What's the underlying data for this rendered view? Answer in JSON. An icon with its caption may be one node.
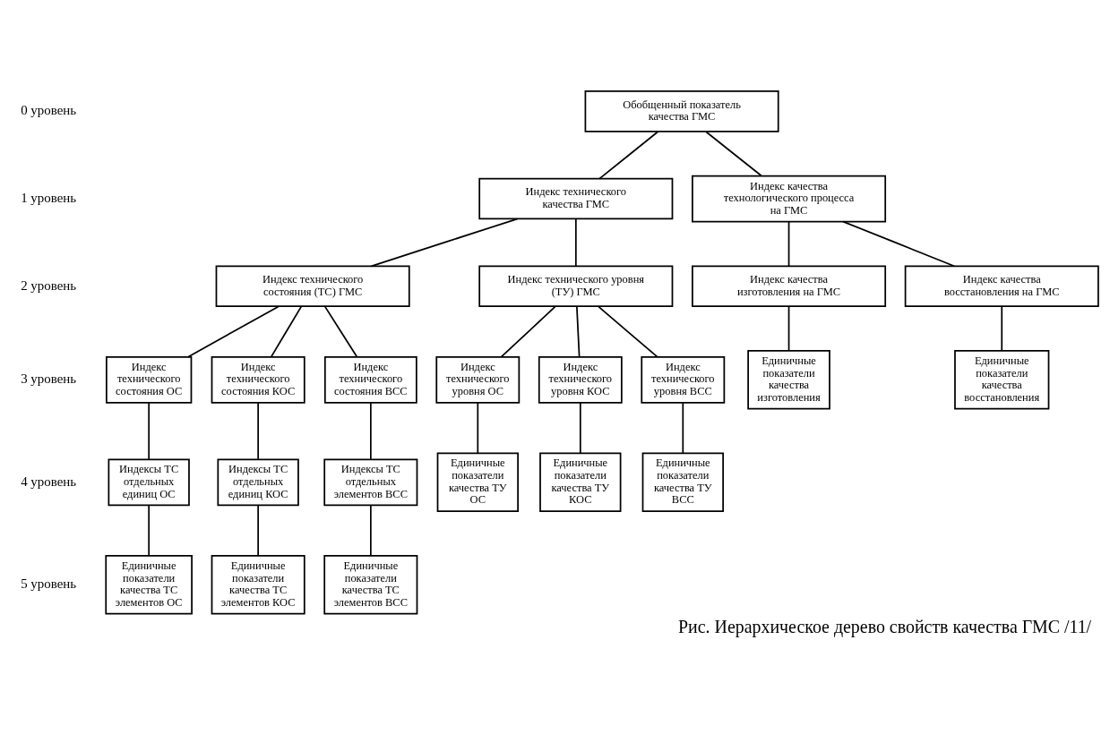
{
  "diagram": {
    "caption": "Рис. Иерархическое дерево свойств качества ГМС /11/",
    "nodes": [
      {
        "text": [
          "Обобщенный показатель качества ГМС"
        ]
      },
      {
        "text": [
          "Индекс технического качества ГМС"
        ]
      },
      {
        "text": [
          "Индекс качества технологического процесса на ГМС"
        ]
      },
      {
        "text": [
          "Индекс технического состояния (ТС) ГМС"
        ]
      },
      {
        "text": [
          "Индекс технического уровня (ТУ) ГМС"
        ]
      },
      {
        "text": [
          "Индекс качества изготовления на ГМС"
        ]
      },
      {
        "text": [
          "Индекс качества восстановления на ГМС"
        ]
      },
      {
        "text": [
          "Индекс технического состояния ОС"
        ]
      },
      {
        "text": [
          "Индекс технического состояния КОС"
        ]
      },
      {
        "text": [
          "Индекс технического состояния ВСС"
        ]
      },
      {
        "text": [
          "Индекс технического уровня ОС"
        ]
      },
      {
        "text": [
          "Индекс технического уровня КОС"
        ]
      },
      {
        "text": [
          "Индекс технического уровня ВСС"
        ]
      },
      {
        "text": [
          "Единичные показатели качества изготовления"
        ]
      },
      {
        "text": [
          "Единичные показатели качества восстановления"
        ]
      },
      {
        "text": [
          "Индексы ТС отдельных единиц ОС"
        ]
      },
      {
        "text": [
          "Индексы ТС отдельных единиц КОС"
        ]
      },
      {
        "text": [
          "Индексы ТС отдельных элементов ВСС"
        ]
      },
      {
        "text": [
          "Единичные показатели качества ТУ ОС"
        ]
      },
      {
        "text": [
          "Единичные показатели качества ТУ КОС"
        ]
      },
      {
        "text": [
          "Единичные показатели качества ТУ ВСС"
        ]
      },
      {
        "text": [
          "Единичные показатели качества ТС элементов ОС"
        ]
      },
      {
        "text": [
          "Единичные показатели качества ТС элементов КОС"
        ]
      },
      {
        "text": [
          "Единичные показатели качества ТС элементов ВСС"
        ]
      }
    ],
    "edges": [
      {
        "from": 0,
        "to": 1,
        "arrow": "none"
      },
      {
        "from": 0,
        "to": 2,
        "arrow": "none"
      },
      {
        "from": 1,
        "to": 3,
        "arrow": "none"
      },
      {
        "from": 1,
        "to": 4,
        "arrow": "none"
      },
      {
        "from": 2,
        "to": 5,
        "arrow": "none"
      },
      {
        "from": 2,
        "to": 6,
        "arrow": "none"
      },
      {
        "from": 3,
        "to": 7,
        "arrow": "none"
      },
      {
        "from": 3,
        "to": 8,
        "arrow": "none"
      },
      {
        "from": 3,
        "to": 9,
        "arrow": "none"
      },
      {
        "from": 4,
        "to": 10,
        "arrow": "none"
      },
      {
        "from": 4,
        "to": 11,
        "arrow": "none"
      },
      {
        "from": 4,
        "to": 12,
        "arrow": "none"
      },
      {
        "from": 5,
        "to": 13,
        "arrow": "none"
      },
      {
        "from": 6,
        "to": 14,
        "arrow": "none"
      },
      {
        "from": 7,
        "to": 15,
        "arrow": "none"
      },
      {
        "from": 8,
        "to": 16,
        "arrow": "none"
      },
      {
        "from": 9,
        "to": 17,
        "arrow": "none"
      },
      {
        "from": 10,
        "to": 18,
        "arrow": "none"
      },
      {
        "from": 11,
        "to": 19,
        "arrow": "none"
      },
      {
        "from": 12,
        "to": 20,
        "arrow": "none"
      },
      {
        "from": 15,
        "to": 21,
        "arrow": "none"
      },
      {
        "from": 16,
        "to": 22,
        "arrow": "none"
      },
      {
        "from": 17,
        "to": 23,
        "arrow": "none"
      }
    ],
    "labels": [
      "0 уровень",
      "1 уровень",
      "2 уровень",
      "3 уровень",
      "4 уровень",
      "5 уровень"
    ]
  }
}
